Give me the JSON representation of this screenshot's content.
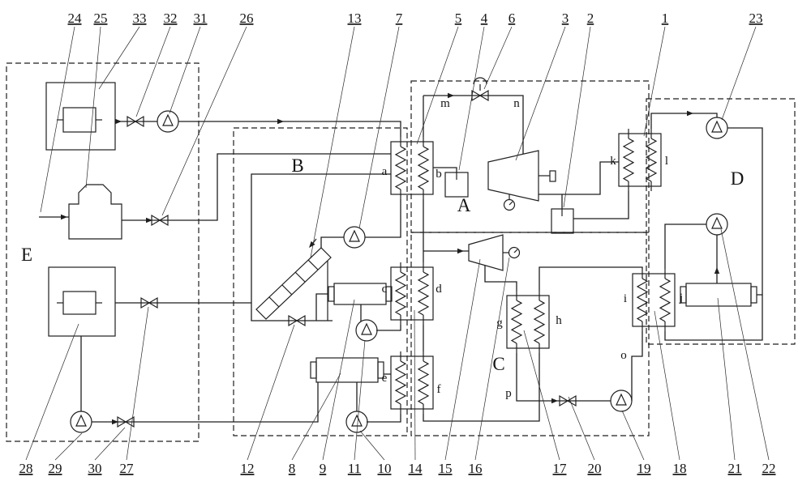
{
  "fig": {
    "bg": "#ffffff",
    "ink": "#1f1f1f",
    "regions": {
      "A": "A",
      "B": "B",
      "C": "C",
      "D": "D",
      "E": "E"
    },
    "ports": {
      "a": "a",
      "b": "b",
      "c": "c",
      "d": "d",
      "e": "e",
      "f": "f",
      "g": "g",
      "h": "h",
      "i": "i",
      "j": "j",
      "k": "k",
      "l": "l",
      "m": "m",
      "n": "n",
      "o": "o",
      "p": "p"
    },
    "nums": {
      "n1": "1",
      "n2": "2",
      "n3": "3",
      "n4": "4",
      "n5": "5",
      "n6": "6",
      "n7": "7",
      "n8": "8",
      "n9": "9",
      "n10": "10",
      "n11": "11",
      "n12": "12",
      "n13": "13",
      "n14": "14",
      "n15": "15",
      "n16": "16",
      "n17": "17",
      "n18": "18",
      "n19": "19",
      "n20": "20",
      "n21": "21",
      "n22": "22",
      "n23": "23",
      "n24": "24",
      "n25": "25",
      "n26": "26",
      "n27": "27",
      "n28": "28",
      "n29": "29",
      "n30": "30",
      "n31": "31",
      "n32": "32",
      "n33": "33"
    }
  }
}
